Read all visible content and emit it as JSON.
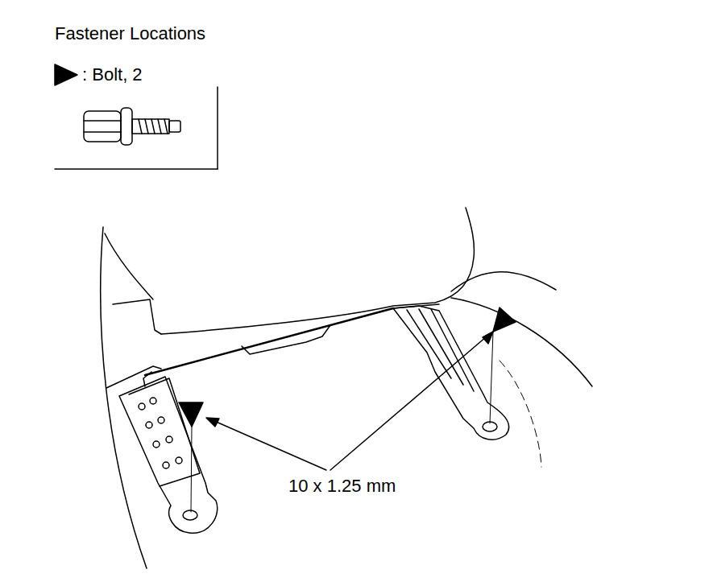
{
  "diagram": {
    "title": "Fastener Locations",
    "labels": [
      "10 x 1.25 mm"
    ],
    "legend": [
      {
        "text": ": Bolt, 2"
      }
    ]
  }
}
